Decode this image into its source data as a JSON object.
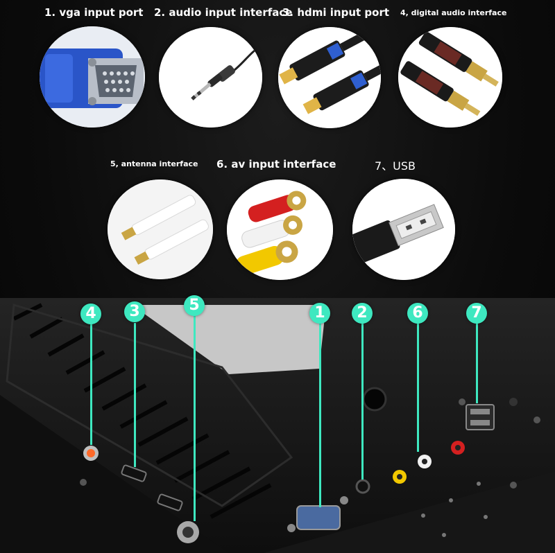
{
  "labels": {
    "vga": "1. vga input port",
    "audio": "2. audio input interface",
    "hdmi": "3. hdmi input port",
    "digital_audio": "4, digital audio interface",
    "antenna": "5, antenna interface",
    "av": "6. av input interface",
    "usb": "7、USB"
  },
  "markers": [
    "1",
    "2",
    "3",
    "4",
    "5",
    "6",
    "7"
  ],
  "colors": {
    "marker": "#3ee8c0",
    "background": "#0a0a0a",
    "vga_blue": "#2a55c8",
    "rca_red": "#d42020",
    "rca_yellow": "#f2c800",
    "rca_white": "#f2f2f2",
    "gold": "#c9a544"
  },
  "icons": [
    "vga-connector-icon",
    "audio-jack-icon",
    "hdmi-cable-icon",
    "rca-digital-cable-icon",
    "antenna-connector-icon",
    "av-rca-cable-icon",
    "usb-plug-icon"
  ]
}
